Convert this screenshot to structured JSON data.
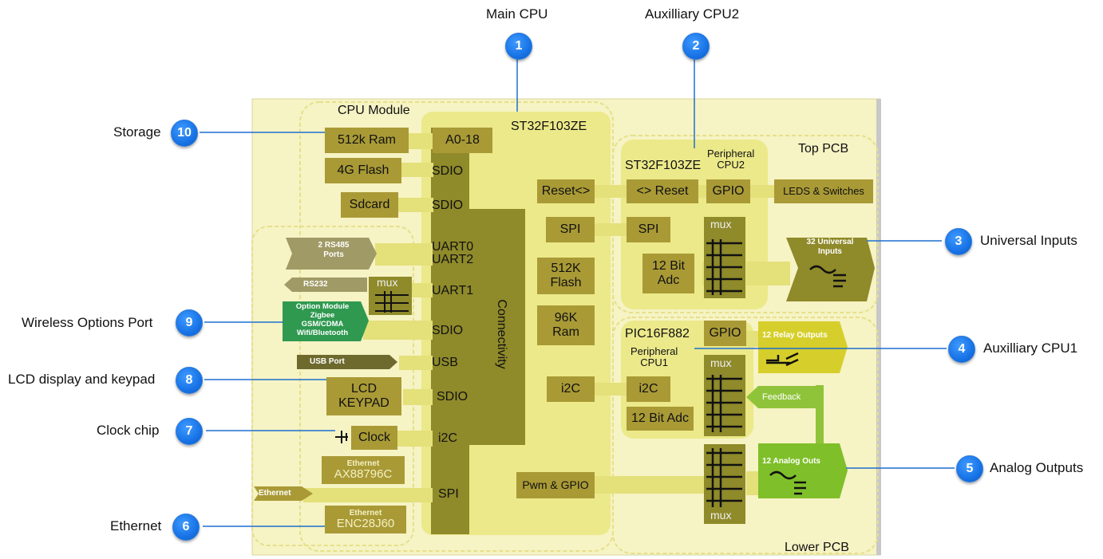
{
  "callouts": {
    "main_cpu": "Main CPU",
    "aux_cpu2": "Auxilliary CPU2",
    "universal_inputs": "Universal Inputs",
    "aux_cpu1": "Auxilliary CPU1",
    "analog_outputs": "Analog Outputs",
    "ethernet": "Ethernet",
    "clock_chip": "Clock chip",
    "lcd": "LCD display and keypad",
    "wireless": "Wireless Options Port",
    "storage": "Storage"
  },
  "badges": [
    "1",
    "2",
    "3",
    "4",
    "5",
    "6",
    "7",
    "8",
    "9",
    "10"
  ],
  "cpu_module": {
    "title": "CPU  Module",
    "chip": "ST32F103ZE",
    "ram": "512k   Ram",
    "a018": "A0-18",
    "flash": "4G   Flash",
    "sdio1": "SDIO",
    "sdcard": "Sdcard",
    "sdio2": "SDIO",
    "uart02": "UART0\nUART2",
    "uart1": "UART1",
    "sdio3": "SDIO",
    "usb": "USB",
    "sdio4": "SDIO",
    "i2c": "i2C",
    "spi": "SPI",
    "connectivity": "Connectivity",
    "reset": "Reset<>",
    "spi_mid": "SPI",
    "flash512": "512K\nFlash",
    "ram96": "96K\nRam",
    "i2c_mid": "i2C",
    "pwm": "Pwm  &  GPIO"
  },
  "left_ports": {
    "rs485": "2 RS485\nPorts",
    "rs232": "RS232",
    "mux": "mux",
    "option_module": "Option Module\nZigbee\nGSM/CDMA\nWifi/Bluetooth",
    "usb_port": "USB Port",
    "lcd_keypad": "LCD\nKEYPAD",
    "clock": "Clock",
    "eth1_title": "Ethernet",
    "eth1_chip": "AX88796C",
    "eth_port": "Ethernet",
    "eth2_title": "Ethernet",
    "eth2_chip": "ENC28J60"
  },
  "top_pcb": {
    "label": "Top   PCB",
    "chip": "ST32F103ZE",
    "peripheral": "Peripheral\nCPU2",
    "reset": "<> Reset",
    "gpio": "GPIO",
    "leds": "LEDS  &  Switches",
    "spi": "SPI",
    "mux": "mux",
    "adc": "12 Bit\nAdc",
    "universal": "32 Universal\nInputs"
  },
  "lower_pcb": {
    "label": "Lower   PCB",
    "chip": "PIC16F882",
    "peripheral": "Peripheral\nCPU1",
    "gpio": "GPIO",
    "relay": "12 Relay Outputs",
    "mux": "mux",
    "i2c": "i2C",
    "adc": "12 Bit Adc",
    "feedback": "Feedback",
    "analog": "12 Analog Outs",
    "mux_bottom": "mux"
  },
  "colors": {
    "board_bg": "#f2efb3",
    "cpu_bg": "#ece98a",
    "block": "#a99a36",
    "dark_block": "#8a8726",
    "relay_green": "#d6cf2b",
    "analog_green": "#7fbf2a",
    "badge_blue": "#1873e6"
  }
}
